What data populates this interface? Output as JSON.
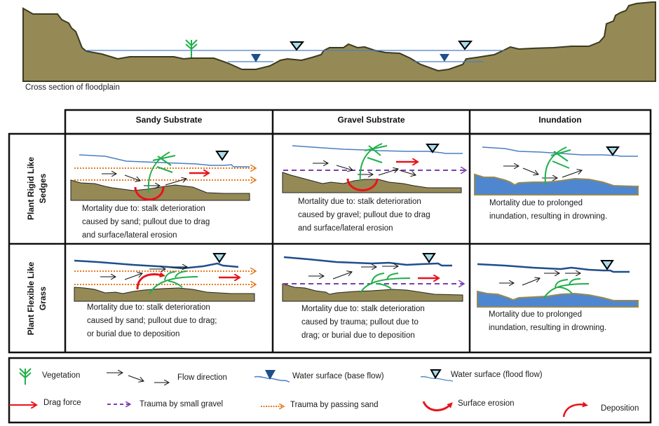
{
  "cross_section": {
    "caption": "Cross section of floodplain"
  },
  "table": {
    "columns": [
      "Sandy Substrate",
      "Gravel Substrate",
      "Inundation"
    ],
    "rows": [
      {
        "label_line1": "Plant Rigid Like",
        "label_line2": "Sedges",
        "cells": [
          {
            "lines": [
              "Mortality due to: stalk deterioration",
              "caused by sand; pullout due to drag",
              "and surface/lateral erosion"
            ]
          },
          {
            "lines": [
              "Mortality due to: stalk deterioration",
              "caused by gravel; pullout due to drag",
              "and surface/lateral erosion"
            ]
          },
          {
            "lines": [
              "Mortality due to prolonged",
              "inundation, resulting in drowning."
            ]
          }
        ]
      },
      {
        "label_line1": "Plant Flexible Like",
        "label_line2": "Grass",
        "cells": [
          {
            "lines": [
              "Mortality due to: stalk deterioration",
              "caused by sand; pullout due to drag;",
              "or burial due to deposition"
            ]
          },
          {
            "lines": [
              "Mortality due to: stalk deterioration",
              "caused by trauma; pullout due to",
              "drag; or burial due to deposition"
            ]
          },
          {
            "lines": [
              "Mortality due to prolonged",
              "inundation, resulting in drowning."
            ]
          }
        ]
      }
    ]
  },
  "legend": {
    "vegetation": "Vegetation",
    "flow_direction": "Flow direction",
    "water_base": "Water surface (base flow)",
    "water_flood": "Water surface (flood flow)",
    "drag_force": "Drag force",
    "trauma_gravel": "Trauma by small gravel",
    "trauma_sand": "Trauma by passing sand",
    "surface_erosion": "Surface erosion",
    "deposition": "Deposition"
  },
  "colors": {
    "soil": "#958a55",
    "soil_edge": "#3d3a22",
    "water_line": "#4a7fc1",
    "water_dark": "#1f4e8c",
    "water_fill": "#4f86d0",
    "vegetation": "#1fb04a",
    "drag": "#e8141b",
    "gravel": "#7a3fb0",
    "sand": "#e87a1e",
    "flood_triangle": "#a9dceb"
  }
}
